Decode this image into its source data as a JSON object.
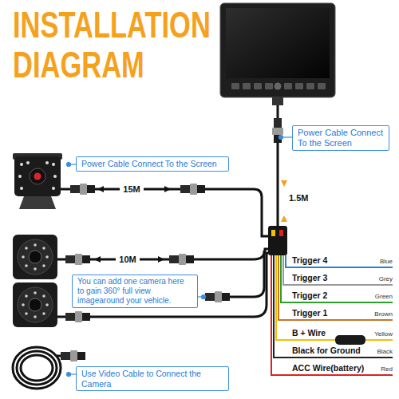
{
  "diagram": {
    "title": "INSTALLATION DIAGRAM",
    "nodes": [
      {
        "text": [
          "Power Cable Connect To the Screen"
        ]
      },
      {
        "text": [
          "Power Cable Connect To the Screen"
        ]
      },
      {
        "text": [
          "You can add one camera here to gain 360° full view imagearound your vehicle."
        ]
      },
      {
        "text": [
          "Use Video Cable to Connect the Camera"
        ]
      }
    ],
    "labels": [
      "15M",
      "1.5M",
      "10M",
      "Trigger 4",
      "Blue",
      "Trigger 3",
      "Grey",
      "Trigger 2",
      "Green",
      "Trigger 1",
      "Brown",
      "B + Wire",
      "Yellow",
      "Black for Ground",
      "Black",
      "ACC Wire(battery)",
      "Red"
    ]
  }
}
